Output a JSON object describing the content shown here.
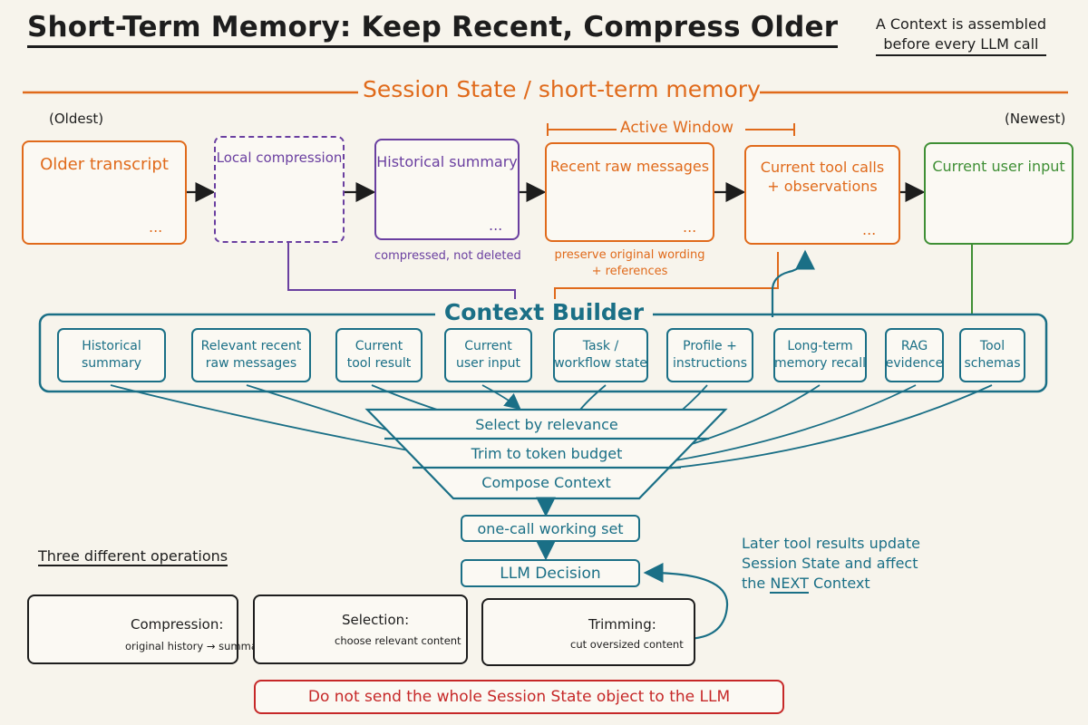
{
  "title": "Short-Term Memory: Keep Recent, Compress Older",
  "top_note": {
    "line1": "A Context is assembled",
    "line2": "before every LLM call"
  },
  "session": {
    "title": "Session State / short-term memory",
    "oldest": "(Oldest)",
    "newest": "(Newest)",
    "active_window": "Active Window"
  },
  "stages": {
    "older_transcript": "Older transcript",
    "local_compression": "Local compression",
    "historical_summary": "Historical summary",
    "recent_raw_l1": "Recent raw messages",
    "tool_calls_l1": "Current tool calls",
    "tool_calls_l2": "+ observations",
    "current_user_input": "Current user input",
    "ellipsis": "...",
    "compressed_caption": "compressed, not deleted",
    "preserve_l1": "preserve original wording",
    "preserve_l2": "+ references"
  },
  "context_builder": {
    "title": "Context Builder",
    "sources": [
      {
        "l1": "Historical",
        "l2": "summary"
      },
      {
        "l1": "Relevant recent",
        "l2": "raw messages"
      },
      {
        "l1": "Current",
        "l2": "tool result"
      },
      {
        "l1": "Current",
        "l2": "user input"
      },
      {
        "l1": "Task /",
        "l2": "workflow state"
      },
      {
        "l1": "Profile +",
        "l2": "instructions"
      },
      {
        "l1": "Long-term",
        "l2": "memory recall"
      },
      {
        "l1": "RAG",
        "l2": "evidence"
      },
      {
        "l1": "Tool",
        "l2": "schemas"
      }
    ],
    "funnel": [
      "Select by relevance",
      "Trim to token budget",
      "Compose Context"
    ],
    "working_set": "one-call working set",
    "decision": "LLM Decision"
  },
  "later_note": {
    "line1": "Later tool results update",
    "line2": "Session State and affect",
    "line3_pre": "the ",
    "line3_emph": "NEXT",
    "line3_post": " Context"
  },
  "operations": {
    "title": "Three different operations",
    "compression": {
      "name": "Compression:",
      "desc": "original history → summary"
    },
    "selection": {
      "name": "Selection:",
      "desc": "choose relevant content"
    },
    "trimming": {
      "name": "Trimming:",
      "desc": "cut oversized content"
    }
  },
  "warning": "Do not send the whole Session State object to the LLM",
  "colors": {
    "orange": "#e06a1b",
    "purple": "#6a3fa0",
    "green": "#3f8f35",
    "teal": "#1a6f86",
    "red": "#c62828",
    "ink": "#1d1d1d"
  }
}
